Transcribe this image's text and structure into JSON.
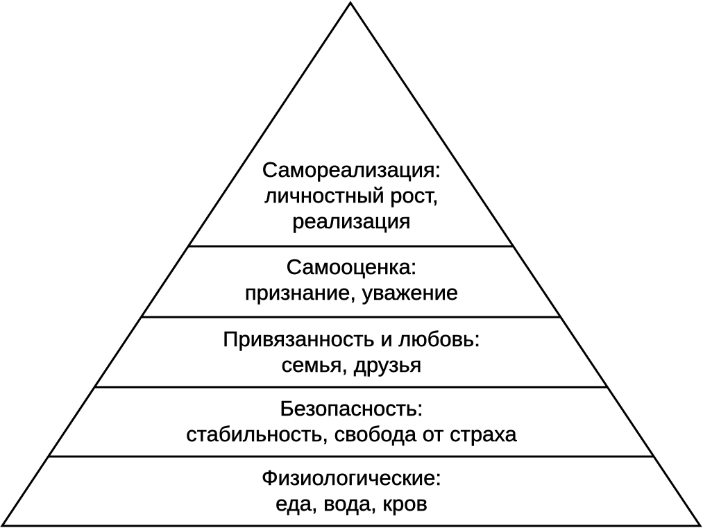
{
  "colors": {
    "outline": "#000000",
    "background": "#ffffff",
    "text": "#000000"
  },
  "pyramid": {
    "levels": [
      {
        "title": "Самореализация:",
        "lines": [
          "личностный рост,",
          "реализация"
        ]
      },
      {
        "title": "Самооценка:",
        "lines": [
          "признание, уважение"
        ]
      },
      {
        "title": "Привязанность и любовь:",
        "lines": [
          "семья, друзья"
        ]
      },
      {
        "title": "Безопасность:",
        "lines": [
          "стабильность, свобода от страха"
        ]
      },
      {
        "title": "Физиологические:",
        "lines": [
          "еда, вода, кров"
        ]
      }
    ]
  }
}
